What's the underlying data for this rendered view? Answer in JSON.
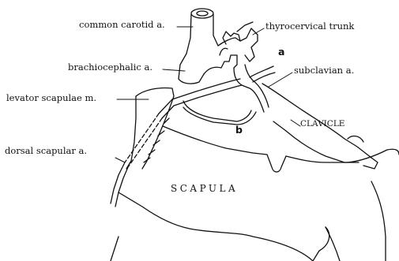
{
  "labels": {
    "common_carotid": "common carotid a.",
    "thyrocervical_trunk": "thyrocervical trunk",
    "brachiocephalic": "brachiocephalic a.",
    "subclavian": "subclavian a.",
    "levator_scapulae": "levator scapulae m.",
    "clavicle": "CLAVICLE",
    "dorsal_scapular": "dorsal scapular a.",
    "scapula": "SCAPULA",
    "marker_a": "a",
    "marker_b": "b"
  },
  "colors": {
    "ink": "#111111",
    "background": "#ffffff"
  }
}
